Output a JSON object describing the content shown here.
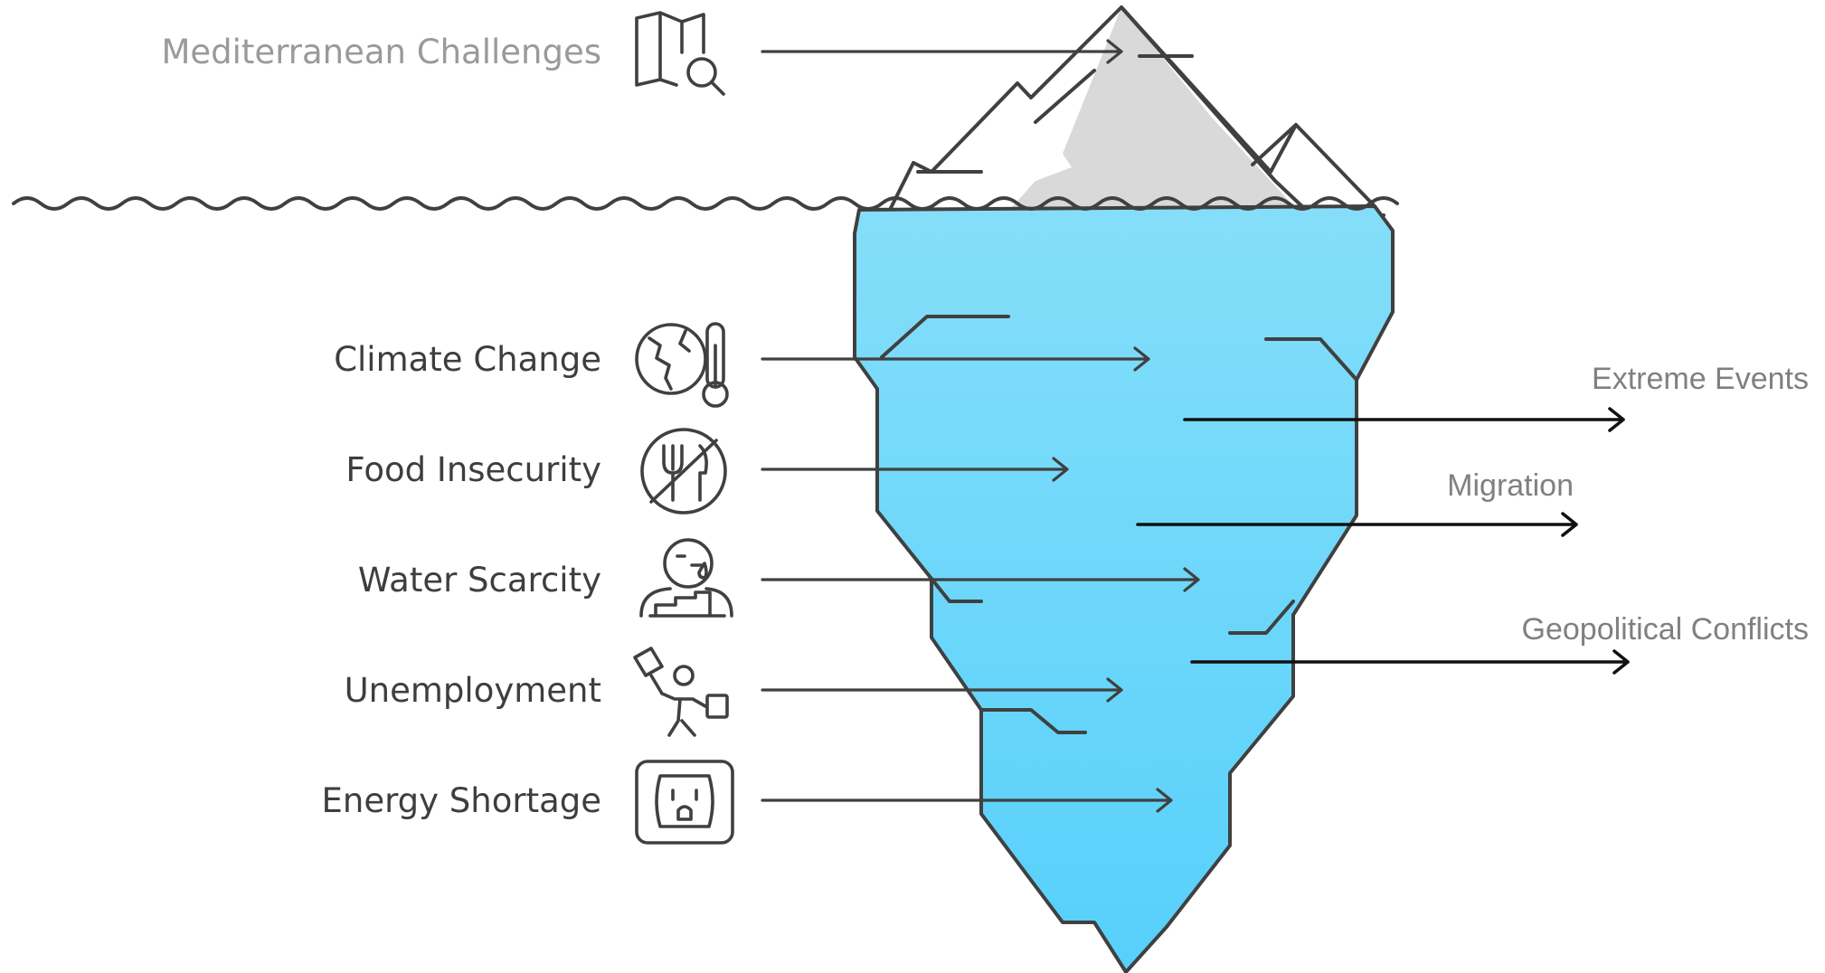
{
  "top": {
    "label": "Mediterranean Challenges",
    "icon": "map-search-icon"
  },
  "challenges": [
    {
      "label": "Climate Change",
      "icon": "globe-thermometer-icon"
    },
    {
      "label": "Food Insecurity",
      "icon": "no-food-icon"
    },
    {
      "label": "Water Scarcity",
      "icon": "water-scarcity-person-icon"
    },
    {
      "label": "Unemployment",
      "icon": "unemployed-person-icon"
    },
    {
      "label": "Energy Shortage",
      "icon": "power-outlet-icon"
    }
  ],
  "effects": [
    {
      "label": "Extreme Events"
    },
    {
      "label": "Migration"
    },
    {
      "label": "Geopolitical Conflicts"
    }
  ],
  "colors": {
    "iceberg_top": "#d9d9d9",
    "iceberg_body_top": "#85def9",
    "iceberg_body_bottom": "#56d0fb",
    "outline": "#404040",
    "label_dark": "#3e3e3e",
    "label_muted": "#9a9a9a",
    "label_right": "#808080"
  }
}
